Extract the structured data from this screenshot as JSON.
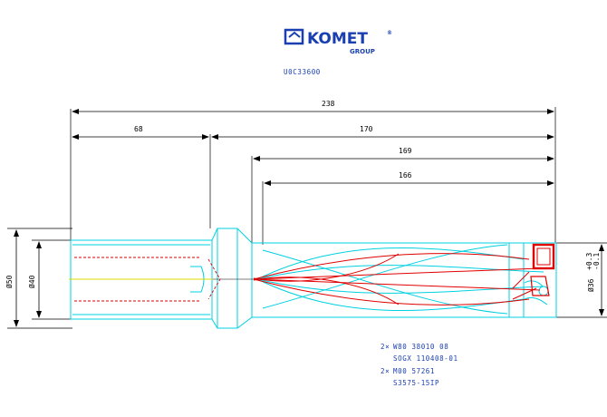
{
  "logo": {
    "brand": "KOMET",
    "registered": "®",
    "group": "GROUP",
    "color": "#1a3fb0"
  },
  "part_number": "U0C33600",
  "dimensions": {
    "overall_length": "238",
    "shank_length": "68",
    "body_length": "170",
    "flute_length_1": "169",
    "flute_length_2": "166",
    "shank_diameter_outer": "Ø50",
    "shank_diameter_inner": "Ø40",
    "drill_diameter": "Ø36",
    "tolerance_upper": "+0.3",
    "tolerance_lower": "-0.1"
  },
  "inserts": [
    {
      "qty": "2×",
      "code": "W80 38010 08",
      "desc": "SOGX 110408-01"
    },
    {
      "qty": "2×",
      "code": "M00 57261",
      "desc": "S3575-15IP"
    }
  ],
  "colors": {
    "outline": "#00d0e0",
    "cutting": "#e00000",
    "axis": "#d8d800",
    "text": "#1a3fb0"
  }
}
